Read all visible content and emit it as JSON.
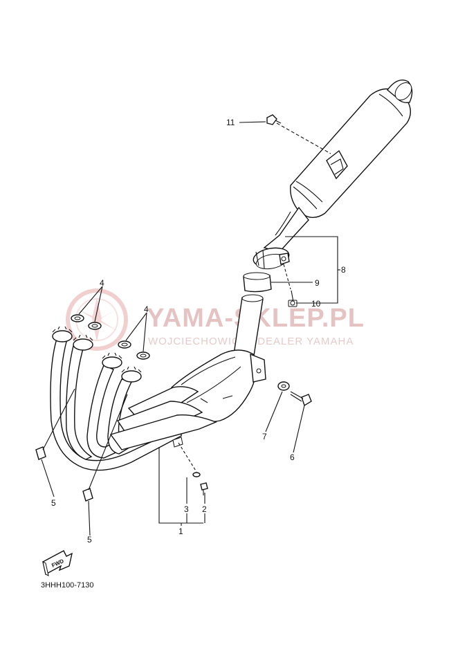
{
  "watermark": {
    "brand": "YAMA-SKLEP.PL",
    "tagline": "WOJCIECHOWICZ | DEALER YAMAHA",
    "colors": {
      "logo": "#e7a9a9",
      "text": "#e6c3c3"
    }
  },
  "callouts": {
    "c1": "1",
    "c2": "2",
    "c3": "3",
    "c4a": "4",
    "c4b": "4",
    "c5a": "5",
    "c5b": "5",
    "c6": "6",
    "c7": "7",
    "c8": "8",
    "c9": "9",
    "c10": "10",
    "c11": "11"
  },
  "direction_arrow": {
    "label": "FWD"
  },
  "diagram_code": "3HHH100-7130"
}
